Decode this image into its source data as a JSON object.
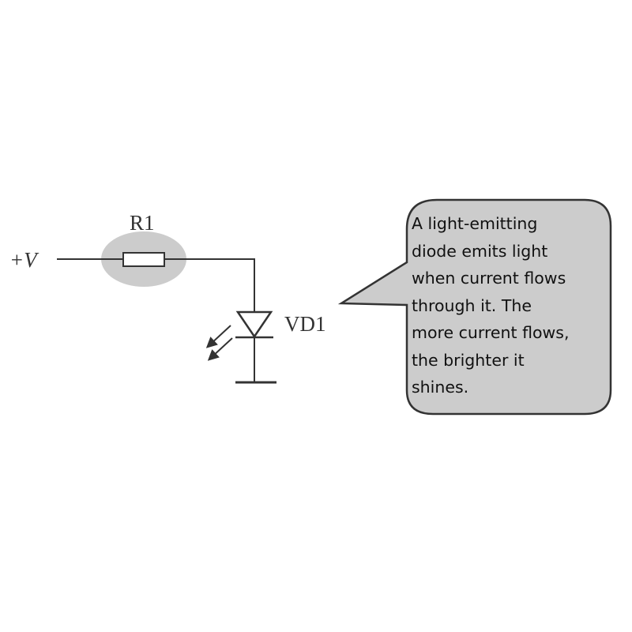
{
  "labels": {
    "supply": "+V",
    "resistor": "R1",
    "diode": "VD1"
  },
  "callout": {
    "lines": [
      "A light-emitting",
      "diode emits light",
      "when current flows",
      "through it. The",
      "more current flows,",
      "the brighter it",
      "shines."
    ]
  },
  "colors": {
    "wire": "#333333",
    "highlight": "#cccccc",
    "callout_fill": "#cccccc",
    "callout_border": "#333333",
    "background": "#ffffff"
  }
}
